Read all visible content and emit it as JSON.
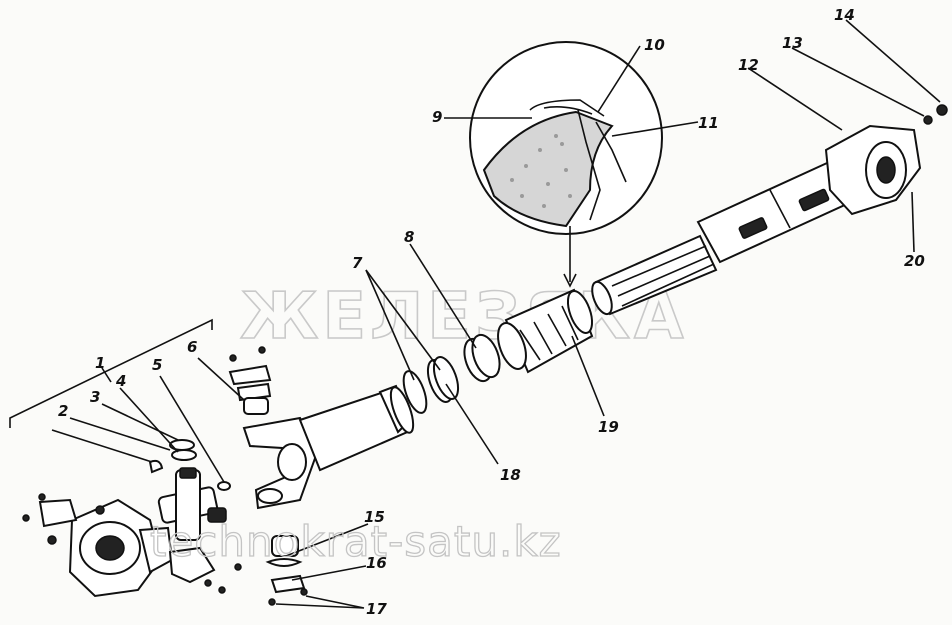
{
  "diagram": {
    "part_labels": [
      "1",
      "2",
      "3",
      "4",
      "5",
      "6",
      "7",
      "8",
      "9",
      "10",
      "11",
      "12",
      "13",
      "14",
      "15",
      "16",
      "17",
      "18",
      "19",
      "20"
    ],
    "watermarks": {
      "primary": "ЖЕЛЕЗЯКА",
      "secondary": "technokrat-satu.kz"
    }
  }
}
